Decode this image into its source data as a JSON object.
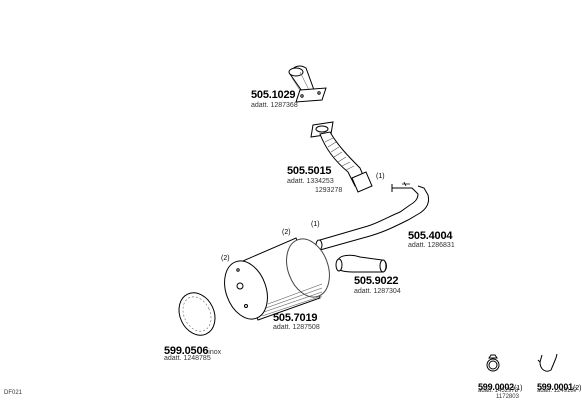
{
  "diagram_code": "DF021",
  "parts": {
    "p1029": {
      "code": "505.1029",
      "sub": "adatt. 1287368"
    },
    "p5015": {
      "code": "505.5015",
      "sub1": "adatt. 1334253",
      "sub2": "1293278"
    },
    "p4004": {
      "code": "505.4004",
      "sub": "adatt. 1286831"
    },
    "p9022": {
      "code": "505.9022",
      "sub": "adatt. 1287304"
    },
    "p7019": {
      "code": "505.7019",
      "sub": "adatt. 1287508"
    },
    "p0506": {
      "code": "599.0506",
      "suffix": "inox",
      "sub": "adatt. 1248785"
    },
    "p0002": {
      "code": "599.0002",
      "qty": "(1)",
      "sub1": "adatt. 1452973",
      "sub2": "1172803"
    },
    "p0001": {
      "code": "599.0001",
      "qty": "(2)",
      "sub": "adatt. 1249187"
    }
  },
  "qty_markers": {
    "m_flexpipe": "(1)",
    "m_pipe4004": "(1)",
    "m_muffler_top": "(2)",
    "m_muffler_left": "(2)"
  }
}
